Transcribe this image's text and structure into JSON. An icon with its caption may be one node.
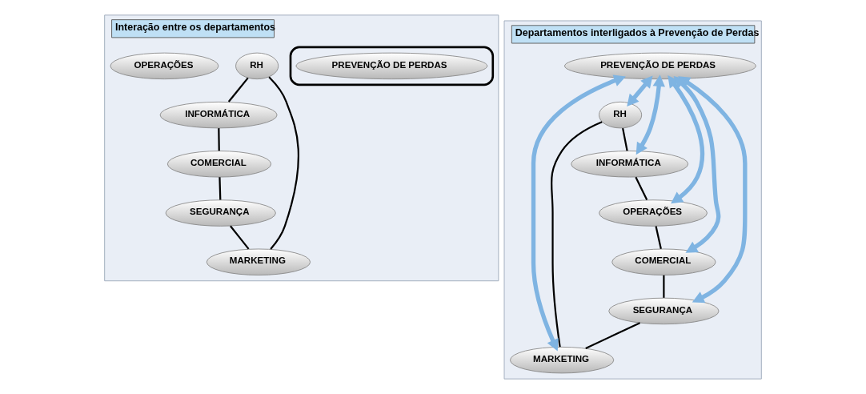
{
  "diagram": {
    "nodes": [
      {
        "text": [
          "Interação entre os departamentos"
        ]
      },
      {
        "text": [
          "RH"
        ],
        "in": 0
      },
      {
        "text": [
          "MARKETING"
        ],
        "in": 0
      },
      {
        "text": [
          "INFORMÁTICA"
        ],
        "in": 0
      },
      {
        "text": [],
        "shape": "ellipse",
        "in": 0
      },
      {
        "text": [
          "PREVENÇÃO DE PERDAS"
        ],
        "in": 4
      },
      {
        "text": [
          "OPERAÇÕES"
        ],
        "in": 0
      },
      {
        "text": [
          "SEGURANÇA"
        ],
        "in": 0
      },
      {
        "text": [
          "COMERCIAL"
        ],
        "in": 0
      },
      {
        "text": [
          "Departamentos interligados à Prevenção de Perdas"
        ]
      },
      {
        "text": [
          "RH"
        ],
        "in": 9
      },
      {
        "text": [
          "MARKETING"
        ],
        "in": 9
      },
      {
        "text": [
          "INFORMÁTICA"
        ],
        "in": 9
      },
      {
        "text": [
          "PREVENÇÃO DE PERDAS"
        ],
        "in": 9
      },
      {
        "text": [
          "SEGURANÇA"
        ],
        "in": 9
      },
      {
        "text": [
          "OPERAÇÕES"
        ],
        "in": 9
      },
      {
        "text": [
          "COMERCIAL"
        ],
        "in": 9
      }
    ],
    "edges": [
      {
        "from": 1,
        "to": 3,
        "arrow": "none"
      },
      {
        "from": 3,
        "to": 8,
        "arrow": "none"
      },
      {
        "from": 8,
        "to": 7,
        "arrow": "none"
      },
      {
        "from": 7,
        "to": 2,
        "arrow": "none"
      },
      {
        "from": 2,
        "to": 1,
        "arrow": "none"
      },
      {
        "from": 10,
        "to": 12,
        "arrow": "none"
      },
      {
        "from": 12,
        "to": 15,
        "arrow": "none"
      },
      {
        "from": 15,
        "to": 16,
        "arrow": "none"
      },
      {
        "from": 16,
        "to": 14,
        "arrow": "none"
      },
      {
        "from": 14,
        "to": 11,
        "arrow": "none"
      },
      {
        "from": 11,
        "to": 10,
        "arrow": "none"
      },
      {
        "from": 13,
        "to": 10,
        "arrow": "both",
        "style": "thick",
        "color": "#7fb4e2"
      },
      {
        "from": 13,
        "to": 11,
        "arrow": "both",
        "style": "thick",
        "color": "#7fb4e2"
      },
      {
        "from": 13,
        "to": 12,
        "arrow": "both",
        "style": "thick",
        "color": "#7fb4e2"
      },
      {
        "from": 13,
        "to": 14,
        "arrow": "both",
        "style": "thick",
        "color": "#7fb4e2"
      },
      {
        "from": 13,
        "to": 15,
        "arrow": "both",
        "style": "thick",
        "color": "#7fb4e2"
      },
      {
        "from": 13,
        "to": 16,
        "arrow": "both",
        "style": "thick",
        "color": "#7fb4e2"
      }
    ]
  }
}
